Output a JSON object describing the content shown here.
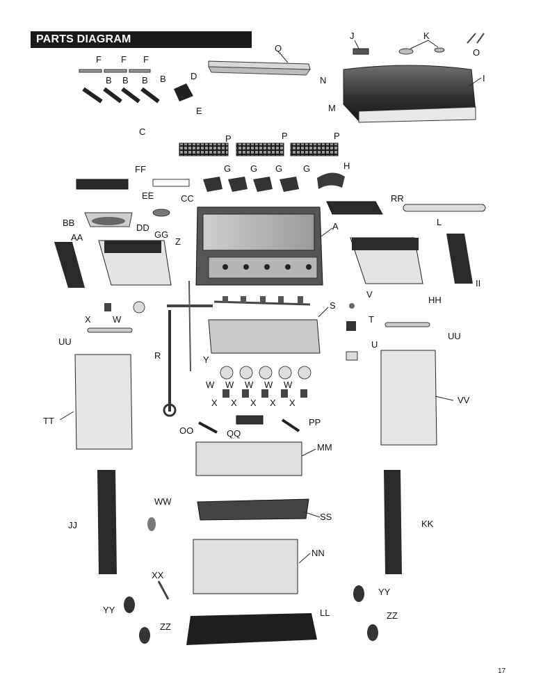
{
  "title": "PARTS DIAGRAM",
  "page_number": "17",
  "labels": {
    "A": "A",
    "B": "B",
    "C": "C",
    "D": "D",
    "E": "E",
    "F": "F",
    "G": "G",
    "H": "H",
    "I": "I",
    "J": "J",
    "K": "K",
    "L": "L",
    "M": "M",
    "N": "N",
    "O": "O",
    "P": "P",
    "Q": "Q",
    "R": "R",
    "S": "S",
    "T": "T",
    "U": "U",
    "V": "V",
    "W": "W",
    "X": "X",
    "Y": "Y",
    "Z": "Z",
    "AA": "AA",
    "BB": "BB",
    "CC": "CC",
    "DD": "DD",
    "EE": "EE",
    "FF": "FF",
    "GG": "GG",
    "HH": "HH",
    "II": "II",
    "JJ": "JJ",
    "KK": "KK",
    "LL": "LL",
    "MM": "MM",
    "NN": "NN",
    "OO": "OO",
    "PP": "PP",
    "QQ": "QQ",
    "RR": "RR",
    "SS": "SS",
    "TT": "TT",
    "UU": "UU",
    "VV": "VV",
    "WW": "WW",
    "XX": "XX",
    "YY": "YY",
    "ZZ": "ZZ"
  }
}
